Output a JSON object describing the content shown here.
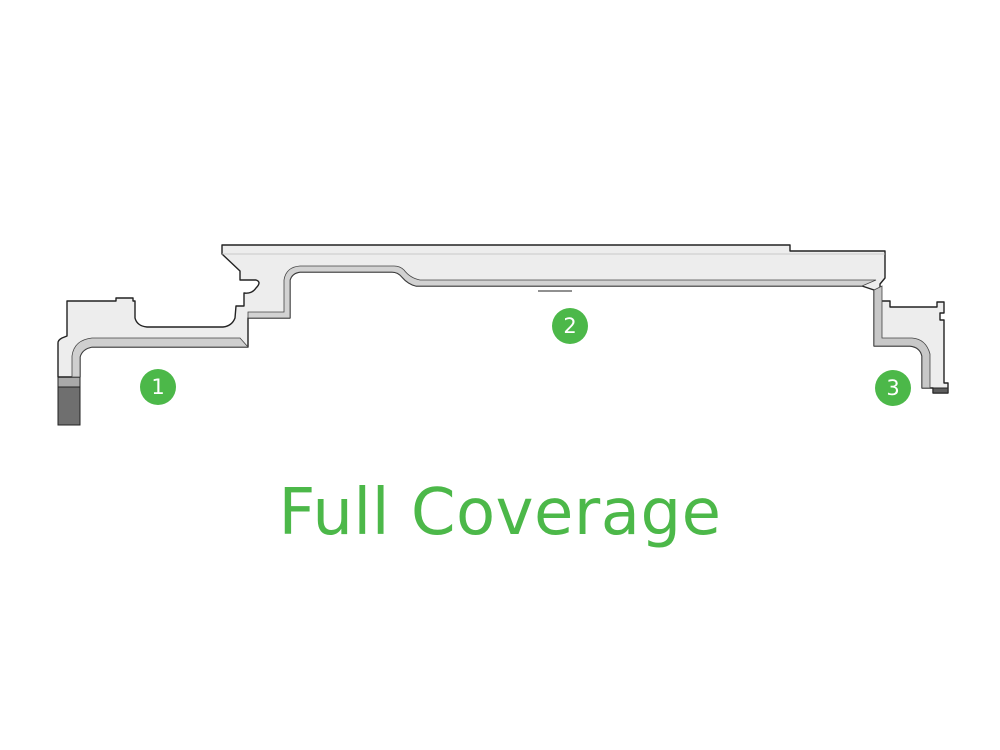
{
  "diagram": {
    "part_name": "bracket",
    "callouts": [
      {
        "id": "callout-1",
        "label": "1"
      },
      {
        "id": "callout-2",
        "label": "2"
      },
      {
        "id": "callout-3",
        "label": "3"
      }
    ]
  },
  "headline": "Full Coverage",
  "colors": {
    "accent": "#4cb849",
    "part_face": "#ededed",
    "part_bevel": "#cfcfcf",
    "part_outline": "#222222",
    "part_shadow": "#6a6a6a"
  },
  "icons": [
    "bracket-part-icon",
    "callout-badge"
  ]
}
